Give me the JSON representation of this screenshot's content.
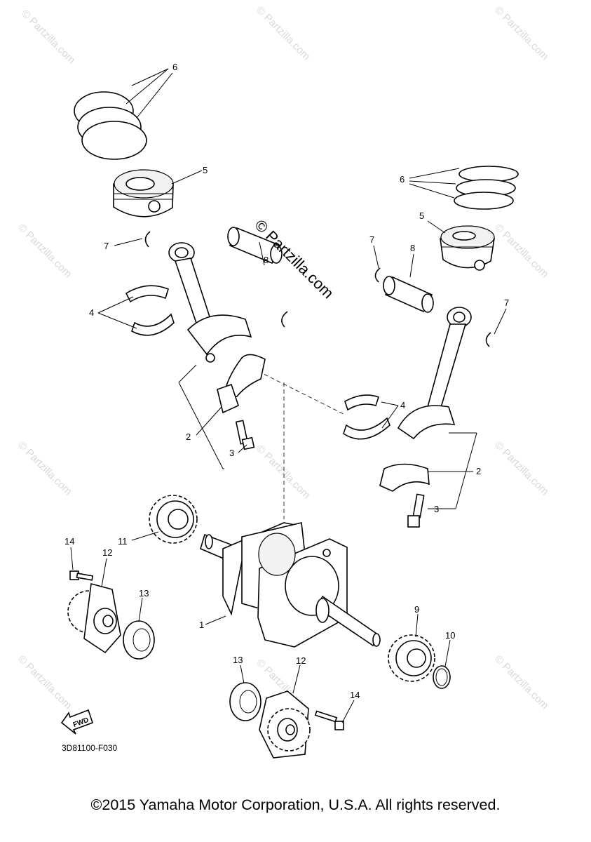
{
  "diagram": {
    "callouts": [
      {
        "id": "c6a",
        "text": "6"
      },
      {
        "id": "c5a",
        "text": "5"
      },
      {
        "id": "c7a",
        "text": "7"
      },
      {
        "id": "c8a",
        "text": "8"
      },
      {
        "id": "c4a",
        "text": "4"
      },
      {
        "id": "c2a",
        "text": "2"
      },
      {
        "id": "c3a",
        "text": "3"
      },
      {
        "id": "c6b",
        "text": "6"
      },
      {
        "id": "c5b",
        "text": "5"
      },
      {
        "id": "c7b",
        "text": "7"
      },
      {
        "id": "c8b",
        "text": "8"
      },
      {
        "id": "c7c",
        "text": "7"
      },
      {
        "id": "c4b",
        "text": "4"
      },
      {
        "id": "c2b",
        "text": "2"
      },
      {
        "id": "c3b",
        "text": "3"
      },
      {
        "id": "c11",
        "text": "11"
      },
      {
        "id": "c14a",
        "text": "14"
      },
      {
        "id": "c12a",
        "text": "12"
      },
      {
        "id": "c13a",
        "text": "13"
      },
      {
        "id": "c1",
        "text": "1"
      },
      {
        "id": "c9",
        "text": "9"
      },
      {
        "id": "c10",
        "text": "10"
      },
      {
        "id": "c13b",
        "text": "13"
      },
      {
        "id": "c12b",
        "text": "12"
      },
      {
        "id": "c14b",
        "text": "14"
      }
    ],
    "fwd_label": "FWD",
    "part_code": "3D81100-F030",
    "watermark_center": "© Partzilla.com",
    "watermark_tile": "© Partzilla.com"
  },
  "footer": {
    "copyright": "©2015 Yamaha Motor Corporation, U.S.A. All rights reserved."
  }
}
